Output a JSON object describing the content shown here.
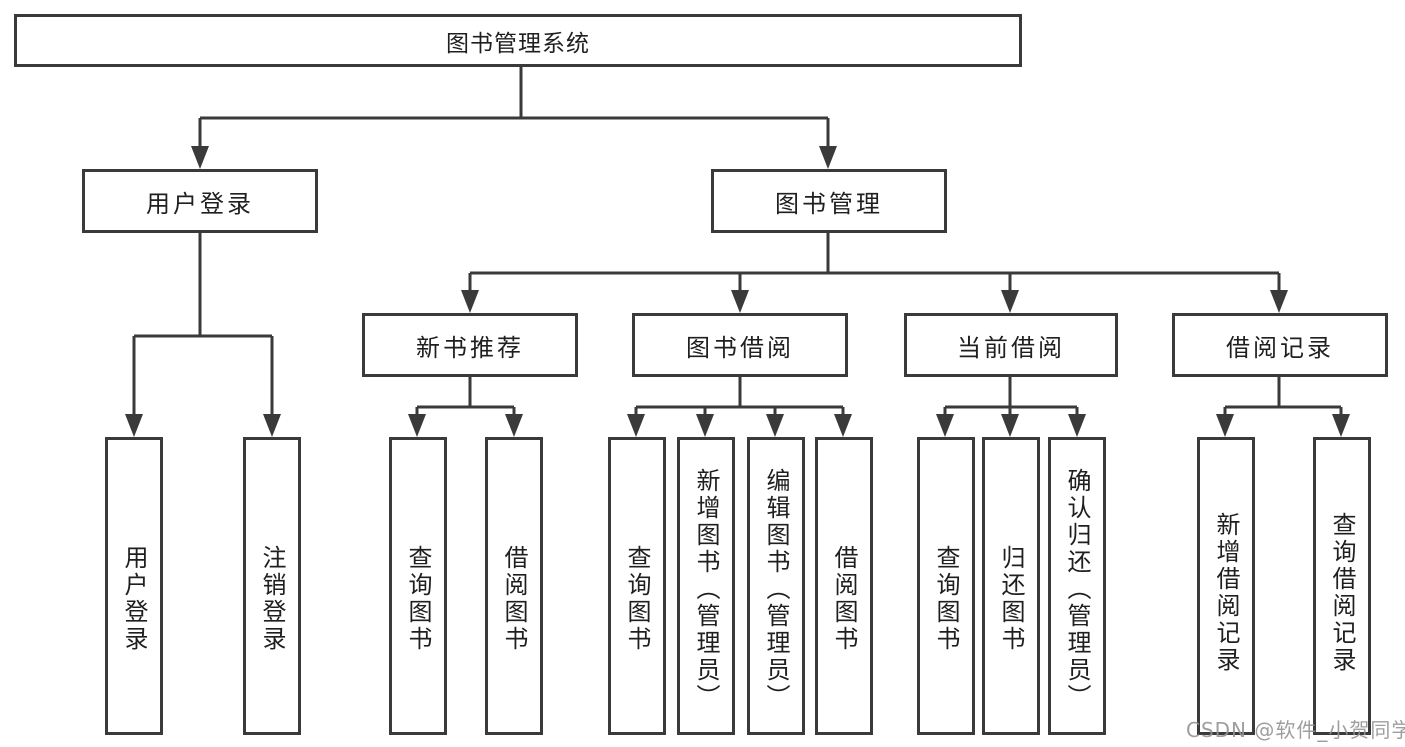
{
  "diagram": {
    "title": "图书管理系统",
    "tree": {
      "label": "图书管理系统",
      "children": [
        {
          "label": "用户登录",
          "children": [
            {
              "label": "用户登录"
            },
            {
              "label": "注销登录"
            }
          ]
        },
        {
          "label": "图书管理",
          "children": [
            {
              "label": "新书推荐",
              "children": [
                {
                  "label": "查询图书"
                },
                {
                  "label": "借阅图书"
                }
              ]
            },
            {
              "label": "图书借阅",
              "children": [
                {
                  "label": "查询图书"
                },
                {
                  "label": "新增图书（管理员）"
                },
                {
                  "label": "编辑图书（管理员）"
                },
                {
                  "label": "借阅图书"
                }
              ]
            },
            {
              "label": "当前借阅",
              "children": [
                {
                  "label": "查询图书"
                },
                {
                  "label": "归还图书"
                },
                {
                  "label": "确认归还（管理员）"
                }
              ]
            },
            {
              "label": "借阅记录",
              "children": [
                {
                  "label": "新增借阅记录"
                },
                {
                  "label": "查询借阅记录"
                }
              ]
            }
          ]
        }
      ]
    },
    "colors": {
      "line": "#3a3a3a",
      "text": "#1f1f1f",
      "background": "#ffffff"
    }
  },
  "watermark": {
    "text": "CSDN @软件_小贺同学"
  }
}
